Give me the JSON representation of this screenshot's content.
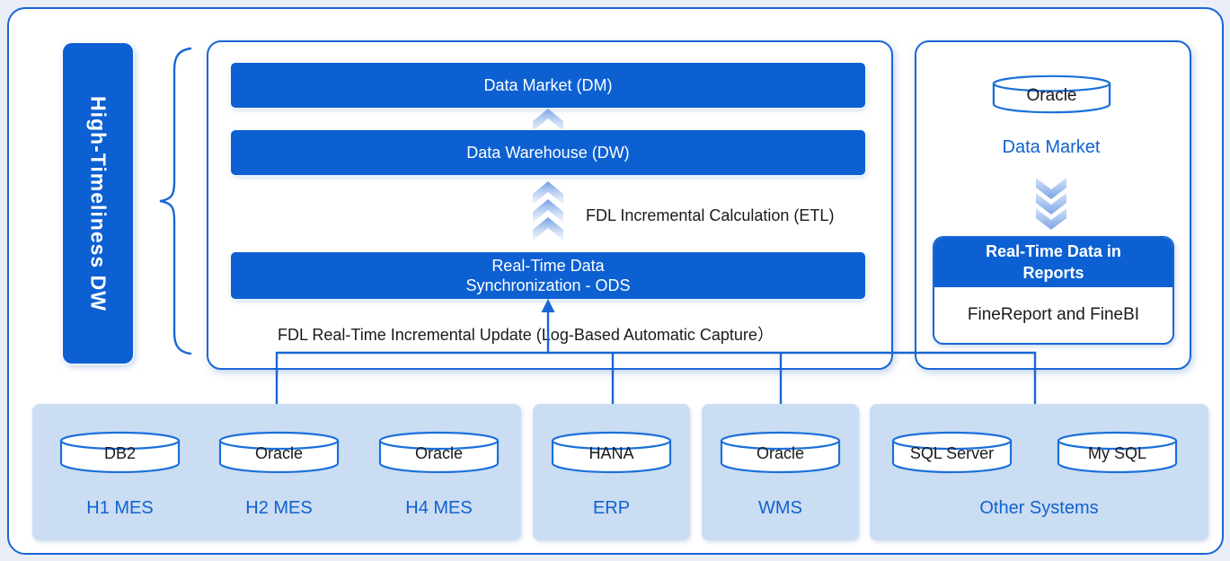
{
  "diagram": {
    "left_bar": {
      "label": "High-Timeliness DW"
    },
    "dw_stack": {
      "dm": "Data Market (DM)",
      "dw": "Data Warehouse (DW)",
      "etl_caption": "FDL Incremental Calculation (ETL)",
      "ods_line1": "Real-Time Data",
      "ods_line2": "Synchronization - ODS",
      "capture_caption": "FDL Real-Time Incremental Update (Log-Based Automatic Capture）"
    },
    "report_panel": {
      "database": "Oracle",
      "title": "Data Market",
      "report_header": "Real-Time Data in Reports",
      "report_tools": "FineReport and FineBI"
    },
    "sources": {
      "mes": {
        "db1": "DB2",
        "sys1": "H1 MES",
        "db2": "Oracle",
        "sys2": "H2 MES",
        "db3": "Oracle",
        "sys3": "H4 MES"
      },
      "erp": {
        "db": "HANA",
        "sys": "ERP"
      },
      "wms": {
        "db": "Oracle",
        "sys": "WMS"
      },
      "other": {
        "db1": "SQL Server",
        "db2": "My SQL",
        "sys": "Other Systems"
      }
    },
    "icons": {
      "cylinders": "database-cylinder-icon",
      "up_arrows": "chevron-up-icon",
      "down_arrows": "chevron-down-icon",
      "brace": "curly-brace",
      "flow_arrow": "arrow-up-icon"
    },
    "colors": {
      "primary_blue": "#0c60d2",
      "line_blue": "#1a66d4",
      "light_panel_blue": "#cbddf2",
      "label_blue": "#0f62d0",
      "chevron_blue": "#86ace6",
      "text_dark": "#1a1a1a"
    }
  }
}
